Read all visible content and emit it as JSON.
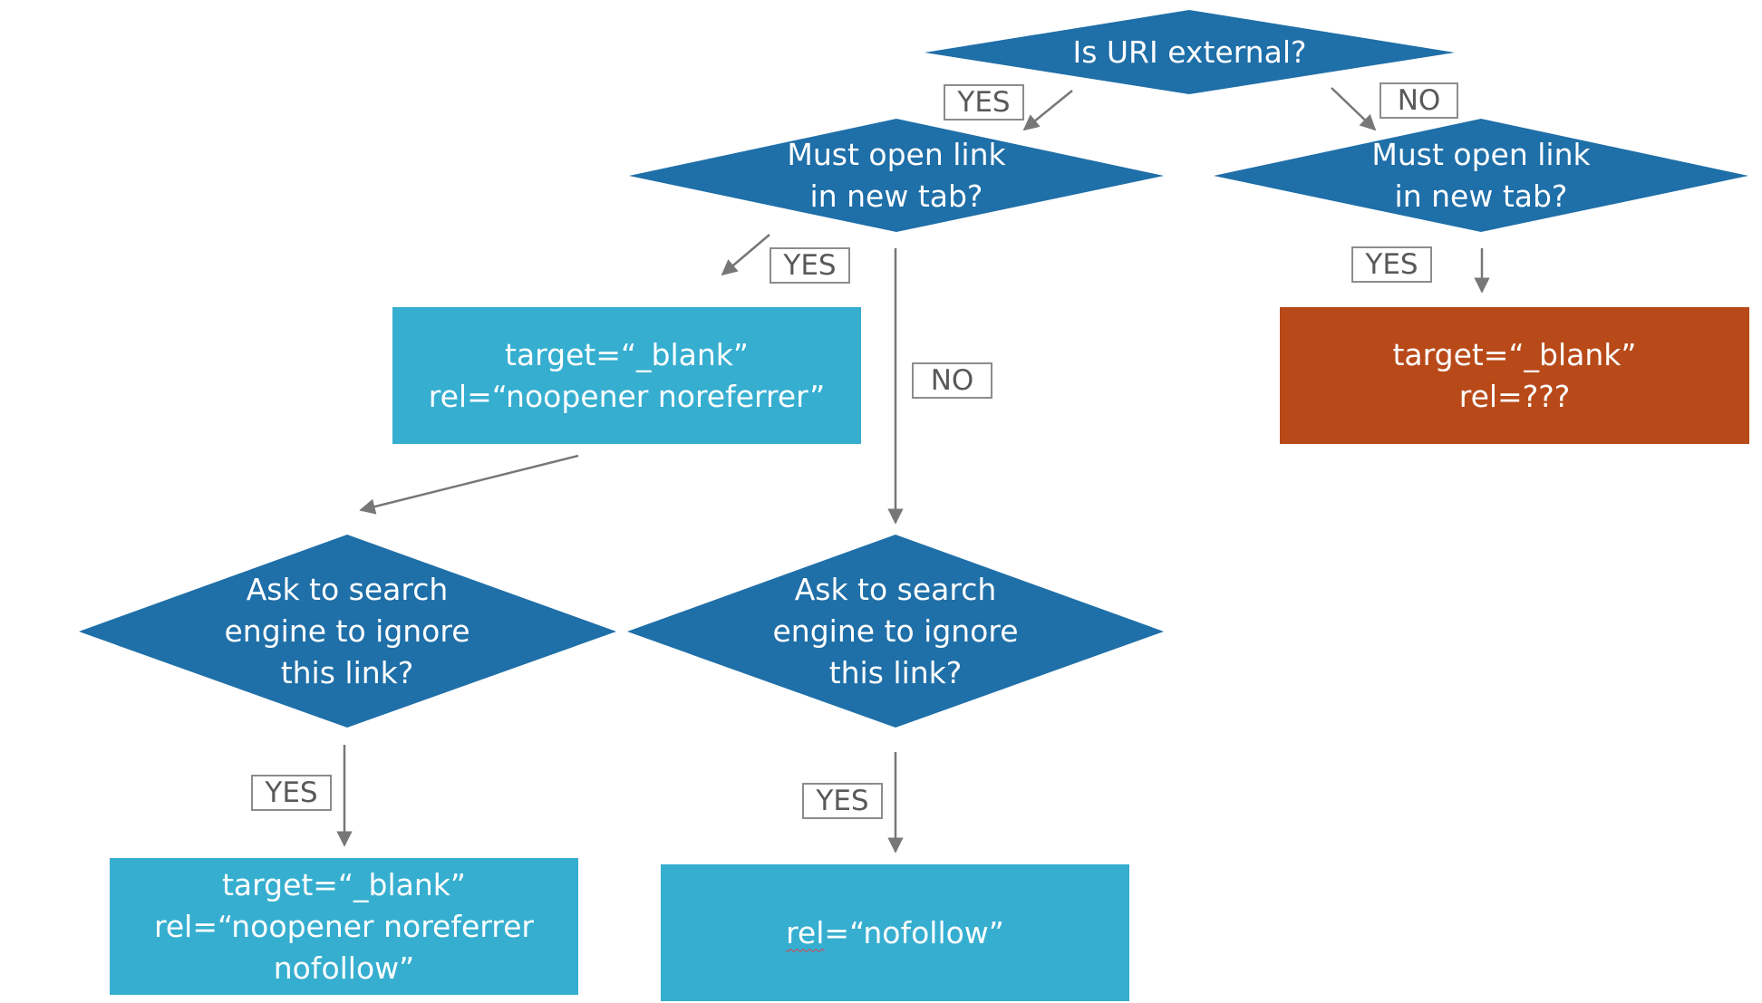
{
  "colors": {
    "decision": "#1f6fa8",
    "outcome": "#36aed0",
    "warning": "#b84a1a",
    "connector": "#777777"
  },
  "nodes": {
    "uri_external": "Is URI external?",
    "ext_new_tab": "Must open link\nin new tab?",
    "int_new_tab": "Must open link\nin new tab?",
    "ext_blank_noopener": "target=“_blank”\nrel=“noopener noreferrer”",
    "int_blank_unknown": "target=“_blank”\nrel=???",
    "search_ignore_left": "Ask to search\nengine to ignore\nthis link?",
    "search_ignore_right": "Ask to search\nengine to ignore\nthis link?",
    "blank_nofollow": "target=“_blank”\nrel=“noopener noreferrer\nnofollow”",
    "nofollow_prefix": "rel",
    "nofollow_suffix": "=“nofollow”"
  },
  "edge_labels": {
    "yes_ext": "YES",
    "no_int": "NO",
    "yes_ext_tab": "YES",
    "no_ext_tab": "NO",
    "yes_int_tab": "YES",
    "yes_search_left": "YES",
    "yes_search_right": "YES"
  }
}
